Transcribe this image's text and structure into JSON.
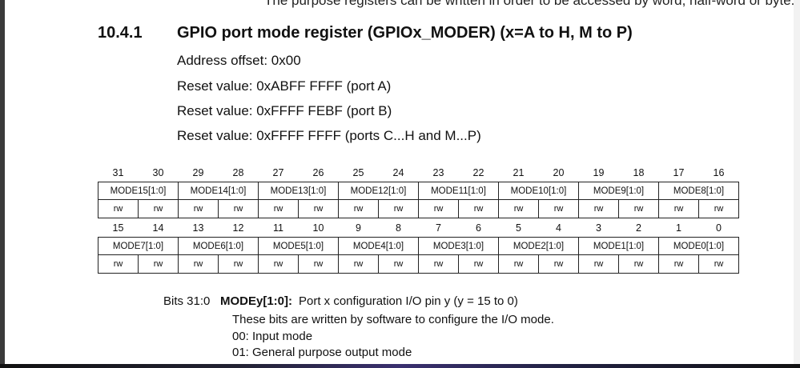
{
  "top_cut_text": "The purpose registers can be written in order to be accessed by word, half-word or byte.",
  "section": {
    "number": "10.4.1",
    "title": "GPIO port mode register (GPIOx_MODER) (x=A to H, M to P)"
  },
  "info": [
    "Address offset: 0x00",
    "Reset value: 0xABFF FFFF (port A)",
    "Reset value: 0xFFFF FEBF (port B)",
    "Reset value: 0xFFFF FFFF (ports C...H and M...P)"
  ],
  "register": {
    "upper": {
      "bits": [
        "31",
        "30",
        "29",
        "28",
        "27",
        "26",
        "25",
        "24",
        "23",
        "22",
        "21",
        "20",
        "19",
        "18",
        "17",
        "16"
      ],
      "fields": [
        "MODE15[1:0]",
        "MODE14[1:0]",
        "MODE13[1:0]",
        "MODE12[1:0]",
        "MODE11[1:0]",
        "MODE10[1:0]",
        "MODE9[1:0]",
        "MODE8[1:0]"
      ],
      "access": [
        "rw",
        "rw",
        "rw",
        "rw",
        "rw",
        "rw",
        "rw",
        "rw",
        "rw",
        "rw",
        "rw",
        "rw",
        "rw",
        "rw",
        "rw",
        "rw"
      ]
    },
    "lower": {
      "bits": [
        "15",
        "14",
        "13",
        "12",
        "11",
        "10",
        "9",
        "8",
        "7",
        "6",
        "5",
        "4",
        "3",
        "2",
        "1",
        "0"
      ],
      "fields": [
        "MODE7[1:0]",
        "MODE6[1:0]",
        "MODE5[1:0]",
        "MODE4[1:0]",
        "MODE3[1:0]",
        "MODE2[1:0]",
        "MODE1[1:0]",
        "MODE0[1:0]"
      ],
      "access": [
        "rw",
        "rw",
        "rw",
        "rw",
        "rw",
        "rw",
        "rw",
        "rw",
        "rw",
        "rw",
        "rw",
        "rw",
        "rw",
        "rw",
        "rw",
        "rw"
      ]
    }
  },
  "bits_description": {
    "range": "Bits 31:0",
    "field": "MODEy[1:0]:",
    "summary": "Port x configuration I/O pin y (y = 15 to 0)",
    "lines": [
      "These bits are written by software to configure the I/O mode.",
      "00: Input mode",
      "01: General purpose output mode"
    ]
  }
}
